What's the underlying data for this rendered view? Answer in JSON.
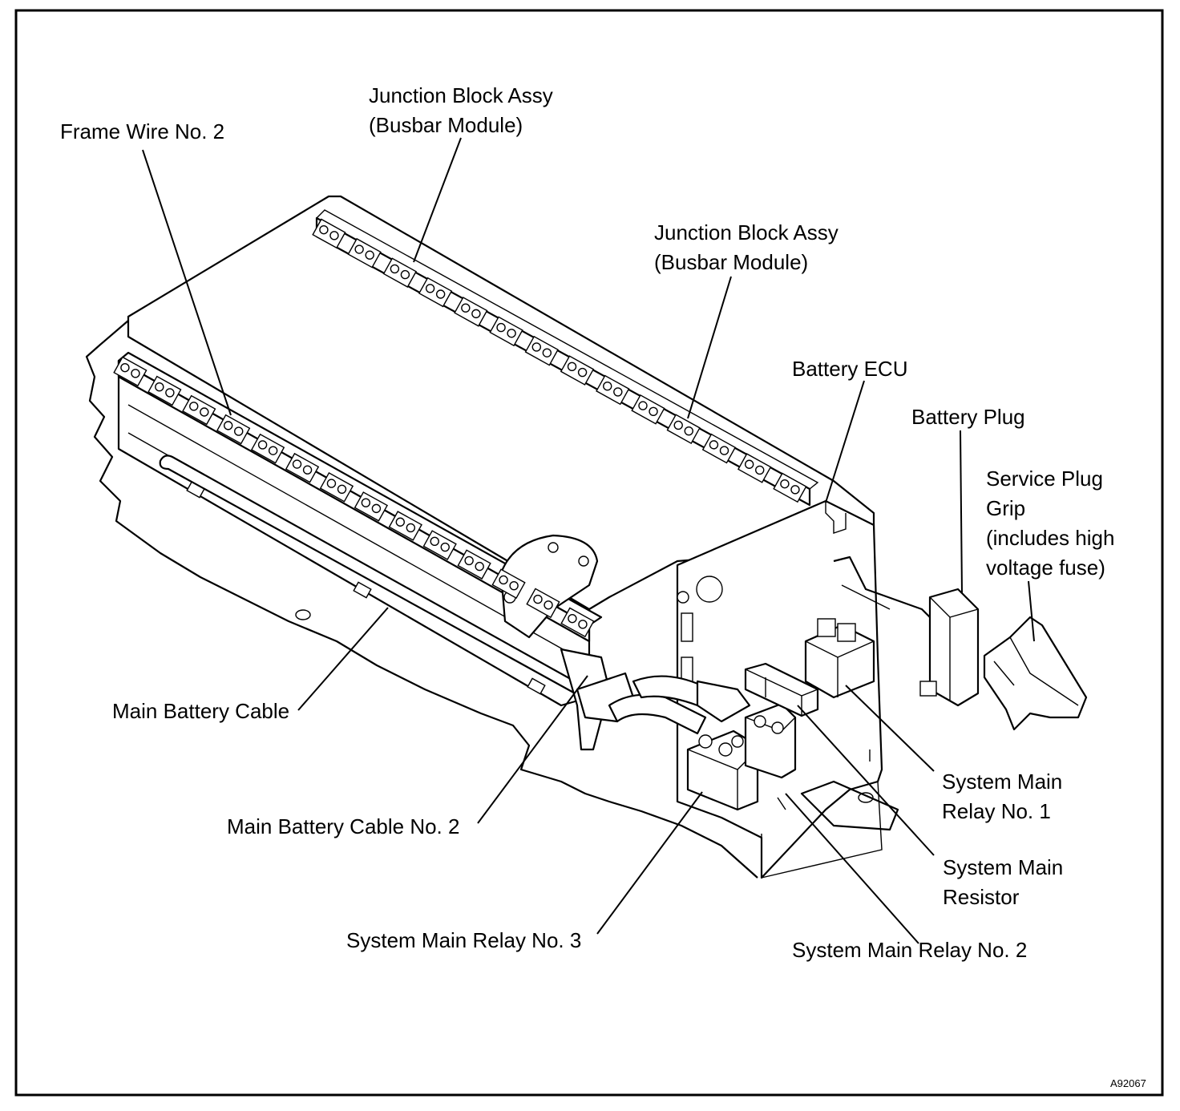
{
  "labels": {
    "frame_wire_no2": "Frame Wire No. 2",
    "junction_block_1": [
      "Junction Block Assy",
      "(Busbar Module)"
    ],
    "junction_block_2": [
      "Junction Block Assy",
      "(Busbar Module)"
    ],
    "battery_ecu": "Battery ECU",
    "battery_plug": "Battery Plug",
    "service_plug_grip": [
      "Service Plug",
      "Grip",
      "(includes high",
      "voltage fuse)"
    ],
    "main_battery_cable": "Main Battery Cable",
    "main_battery_cable_no2": "Main Battery Cable No. 2",
    "system_main_relay_no3": "System Main Relay No. 3",
    "system_main_relay_no1": [
      "System Main",
      "Relay No. 1"
    ],
    "system_main_resistor": [
      "System Main",
      "Resistor"
    ],
    "system_main_relay_no2": "System Main Relay No. 2"
  },
  "figure_code": "A92067"
}
